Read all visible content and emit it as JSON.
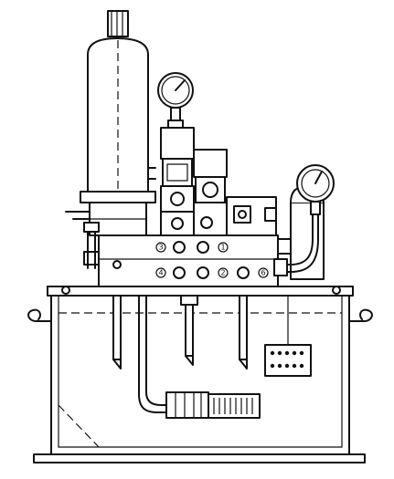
{
  "diagram": {
    "port_labels": [
      "3",
      "1",
      "4",
      "2",
      "6"
    ],
    "port_mark_shape": "circled-number",
    "line_color": "#111111",
    "background_color": "#ffffff"
  }
}
